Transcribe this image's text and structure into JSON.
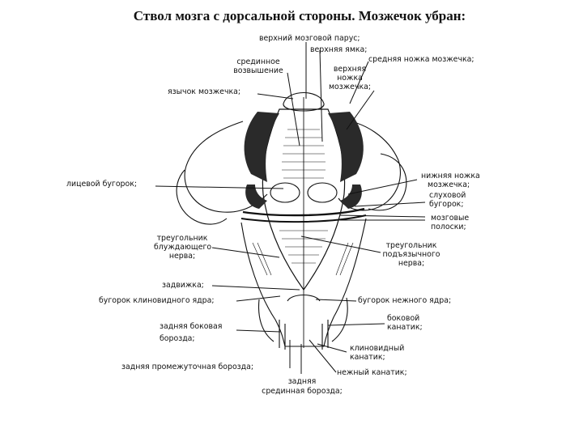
{
  "title": "Ствол мозга с дорсальной стороны. Мозжечок убран:",
  "labels": {
    "superior_velum": "верхний мозговой парус;",
    "superior_fovea": "верхняя ямка;",
    "median_eminence_l1": "срединное",
    "median_eminence_l2": "возвышение",
    "middle_peduncle": "средняя ножка мозжечка;",
    "superior_peduncle_l1": "верхняя",
    "superior_peduncle_l2": "ножка",
    "superior_peduncle_l3": "мозжечка;",
    "lingula": "язычок мозжечка;",
    "facial_colliculus": "лицевой бугорок;",
    "inferior_peduncle_l1": "нижняя ножка",
    "inferior_peduncle_l2": "мозжечка;",
    "acoustic_tubercle_l1": "слуховой",
    "acoustic_tubercle_l2": "бугорок;",
    "medullary_striae_l1": "мозговые",
    "medullary_striae_l2": "полоски;",
    "vagal_trigone_l1": "треугольник",
    "vagal_trigone_l2": "блуждающего",
    "vagal_trigone_l3": "нерва;",
    "hypoglossal_trigone_l1": "треугольник",
    "hypoglossal_trigone_l2": "подъязычного",
    "hypoglossal_trigone_l3": "нерва;",
    "obex": "задвижка;",
    "cuneate_tubercle": "бугорок клиновидного ядра;",
    "gracile_tubercle": "бугорок нежного ядра;",
    "lateral_funiculus_l1": "боковой",
    "lateral_funiculus_l2": "канатик;",
    "posterolateral_sulcus_l1": "задняя боковая",
    "posterolateral_sulcus_l2": "борозда;",
    "cuneate_fasciculus_l1": "клиновидный",
    "cuneate_fasciculus_l2": "канатик;",
    "intermediate_sulcus": "задняя промежуточная борозда;",
    "gracile_fasciculus": "нежный канатик;",
    "median_sulcus_l1": "задняя",
    "median_sulcus_l2": "срединная борозда;"
  },
  "colors": {
    "ink": "#111111",
    "background": "#ffffff",
    "dark_fill": "#2a2a2a"
  }
}
